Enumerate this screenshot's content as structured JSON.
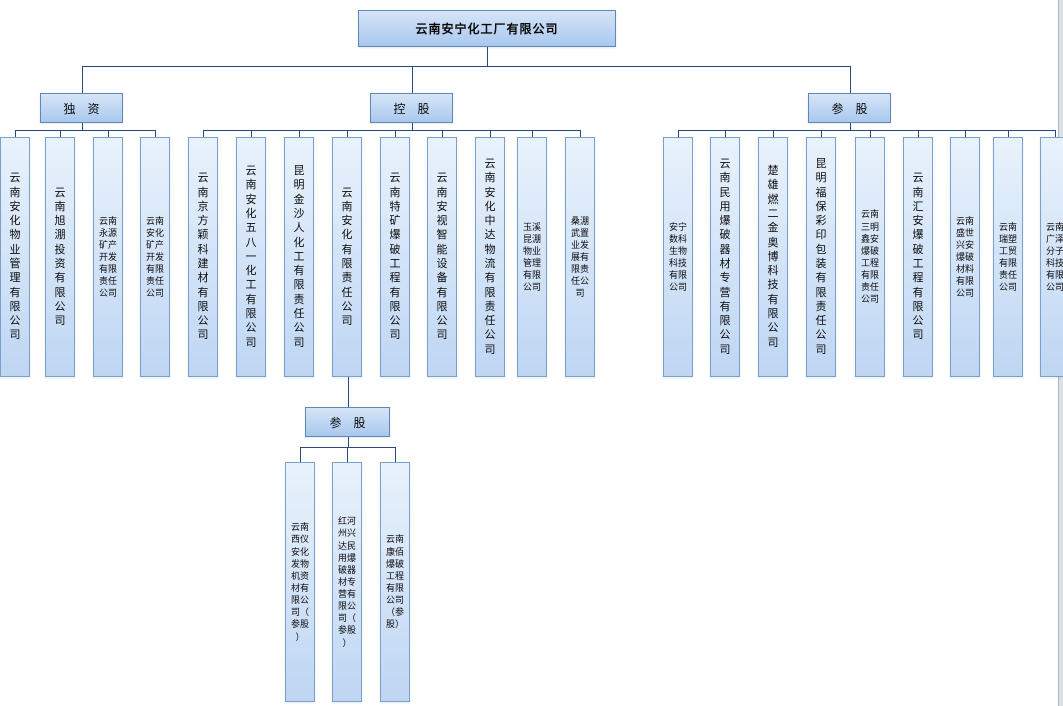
{
  "root": {
    "name": "云南安宁化工厂有限公司"
  },
  "branches": [
    {
      "label": "独　资",
      "children": [
        {
          "name": "云南安化物业管理有限公司",
          "fit": "s"
        },
        {
          "name": "云南旭淜投资有限公司",
          "fit": "s"
        },
        {
          "name": "云南永源矿产开发有限责任公司",
          "fit": "m"
        },
        {
          "name": "云南安化矿产开发有限责任公司",
          "fit": "m"
        }
      ]
    },
    {
      "label": "控　股",
      "children": [
        {
          "name": "云南京方颖科建材有限公司",
          "fit": "s"
        },
        {
          "name": "云南安化五八一化工有限公司",
          "fit": "s"
        },
        {
          "name": "昆明金沙人化工有限责任公司",
          "fit": "s"
        },
        {
          "name": "云南安化有限责任公司",
          "fit": "s"
        },
        {
          "name": "云南特矿爆破工程有限公司",
          "fit": "s"
        },
        {
          "name": "云南安视智能设备有限公司",
          "fit": "s"
        },
        {
          "name": "云南安化中达物流有限责任公司",
          "fit": "s"
        },
        {
          "name": "玉溪昆淜物业管理有限公司",
          "fit": "m"
        },
        {
          "name": "桑淜武置业发展有限责任公司",
          "fit": "m"
        }
      ]
    },
    {
      "label": "参　股",
      "children": [
        {
          "name": "安宁数科生物科技有限公司",
          "fit": "m"
        },
        {
          "name": "云南民用爆破器材专营有限公司",
          "fit": "s"
        },
        {
          "name": "楚雄燃二金奥博科技有限公司",
          "fit": "s"
        },
        {
          "name": "昆明福保彩印包装有限责任公司",
          "fit": "s"
        },
        {
          "name": "云南三明鑫安爆破工程有限责任公司",
          "fit": "m"
        },
        {
          "name": "云南汇安爆破工程有限公司",
          "fit": "s"
        },
        {
          "name": "云南盛世兴安爆破材料有限公司",
          "fit": "m"
        },
        {
          "name": "云南瑞塑工贸有限责任公司",
          "fit": "m"
        },
        {
          "name": "云南广泽分子科技有限公司",
          "fit": "m"
        }
      ]
    }
  ],
  "sub_branch": {
    "label": "参　股",
    "parent": "云南安化有限责任公司",
    "children": [
      {
        "name": "云南西仪安化发物机资材有限公司（参股）",
        "fit": "m"
      },
      {
        "name": "红河州兴达民用爆破器材专营有限公司（参股）",
        "fit": "m"
      },
      {
        "name": "云南康佰爆破工程有限公司（参股）",
        "fit": "m"
      }
    ]
  },
  "colors": {
    "node_border": "#7aa0cc",
    "node_fill_top": "#e9f2fc",
    "node_fill_bottom": "#bed6f3",
    "header_border": "#5f87b8",
    "header_fill_top": "#d6e5f8",
    "header_fill_bottom": "#a9c8ee",
    "connector": "#27497c"
  }
}
